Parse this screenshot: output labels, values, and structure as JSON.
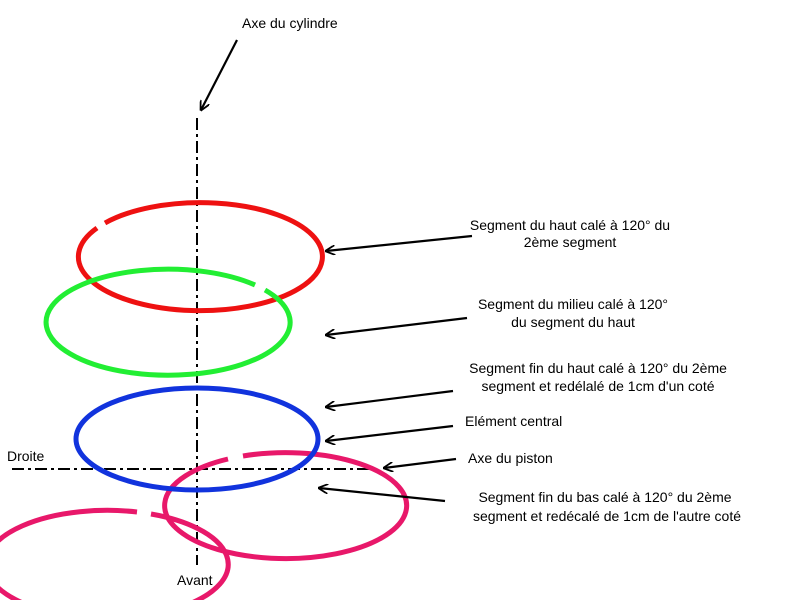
{
  "colors": {
    "top_ring": "#ee1111",
    "middle_ring": "#22ee33",
    "thin_ring": "#e8186a",
    "central": "#1133dd",
    "axes": "#000000",
    "background": "#ffffff"
  },
  "labels": {
    "cylinder_axis": "Axe du cylindre",
    "top_segment_line1": "Segment du haut calé à 120° du",
    "top_segment_line2": "2ème segment",
    "middle_segment_line1": "Segment du milieu calé à 120°",
    "middle_segment_line2": "du segment du haut",
    "thin_top_line1": "Segment fin du haut calé à 120° du 2ème",
    "thin_top_line2": "segment et redélalé de 1cm d'un coté",
    "central_element": "Elément central",
    "piston_axis": "Axe du piston",
    "thin_bottom_line1": "Segment fin du bas calé à 120° du 2ème",
    "thin_bottom_line2": "segment et redécalé de 1cm de l'autre coté",
    "right_side": "Droite",
    "front": "Avant"
  }
}
